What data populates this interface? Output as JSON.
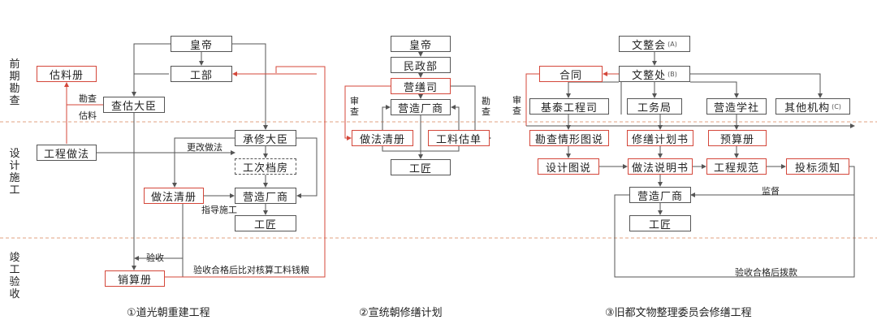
{
  "phases": [
    "前期勘查",
    "设计施工",
    "竣工验收"
  ],
  "colors": {
    "red": "#d4473a",
    "gray": "#555555",
    "divider": "#e0a080"
  },
  "d1": {
    "caption": "①道光朝重建工程",
    "emperor": "皇帝",
    "ministry": "工部",
    "estimate_book": "估料册",
    "survey_official": "查估大臣",
    "work_method": "工程做法",
    "repair_official": "承修大臣",
    "archive": "工次档房",
    "method_list": "做法清册",
    "contractor": "营造厂商",
    "craftsman": "工匠",
    "sales_book": "销算册",
    "labels": {
      "survey": "勘查",
      "estimate": "估料",
      "change_method": "更改做法",
      "guide": "指导施工",
      "accept": "验收",
      "accept_check": "验收合格后比对核算工料钱粮"
    }
  },
  "d2": {
    "caption": "②宣统朝修缮计划",
    "emperor": "皇帝",
    "civil_ministry": "民政部",
    "construction_dept": "营缮司",
    "contractor": "营造厂商",
    "method_list": "做法清册",
    "cost_list": "工料估单",
    "craftsman": "工匠",
    "labels": {
      "review_left": "审查",
      "review_right": "勘查"
    }
  },
  "d3": {
    "caption": "③旧都文物整理委员会修缮工程",
    "committee": "文整会",
    "committee_sup": "(A)",
    "office": "文整处",
    "office_sup": "(B)",
    "contract": "合同",
    "jitai": "基泰工程司",
    "works_bureau": "工务局",
    "society": "营造学社",
    "other": "其他机构",
    "other_sup": "(C)",
    "survey_drawing": "勘查情形图说",
    "repair_plan": "修缮计划书",
    "budget": "预算册",
    "design_drawing": "设计图说",
    "method_desc": "做法说明书",
    "eng_spec": "工程规范",
    "bid_notice": "投标须知",
    "contractor": "营造厂商",
    "craftsman": "工匠",
    "labels": {
      "review": "审查",
      "supervise": "监督",
      "accept_pay": "验收合格后拨款"
    }
  }
}
